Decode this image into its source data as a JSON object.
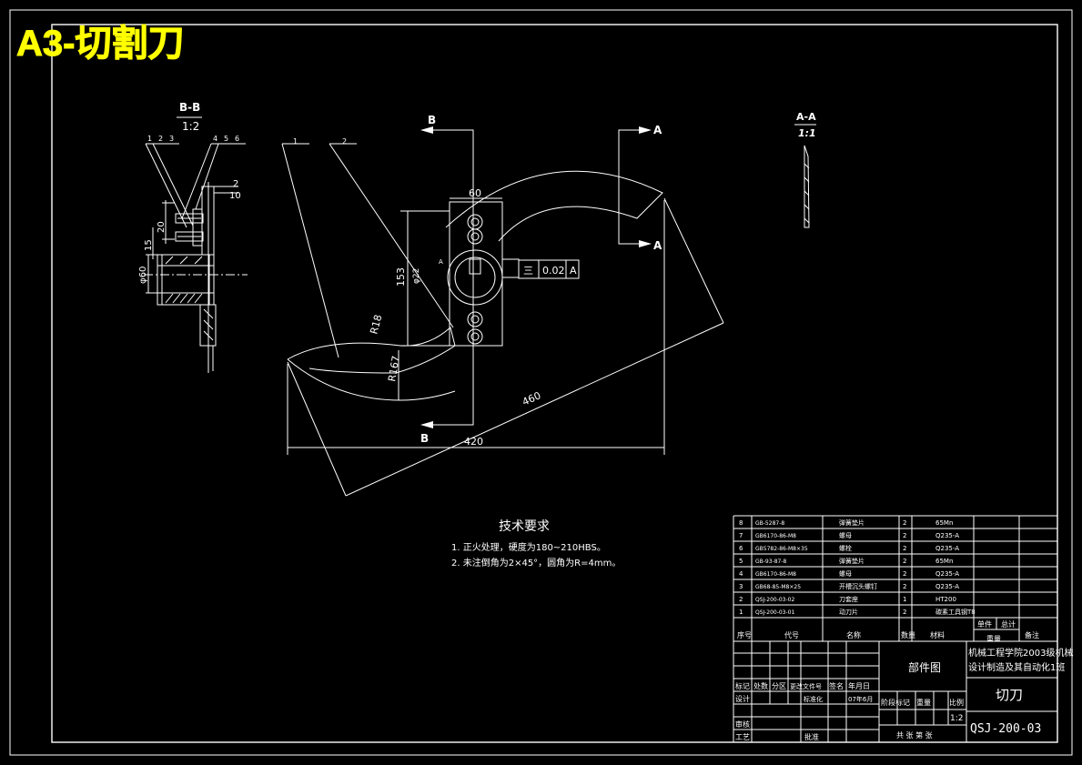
{
  "title": "A3-切割刀",
  "colors": {
    "background": "#000000",
    "line": "#ffffff",
    "title": "#ffff00"
  },
  "views": {
    "section_bb": {
      "label": "B-B",
      "scale": "1:2"
    },
    "section_aa": {
      "label": "A-A",
      "scale": "1:1"
    },
    "cut_markers": {
      "b": "B",
      "a": "A"
    }
  },
  "callouts": {
    "a1": "1",
    "a2": "2",
    "l1": "1",
    "l2": "2",
    "l3": "3",
    "r1": "4",
    "r2": "5",
    "r3": "6"
  },
  "dimensions": {
    "d60_top": "60",
    "d153": "153",
    "d60_sec": "60",
    "d20": "20",
    "d15": "15",
    "d2": "2",
    "d10": "10",
    "dphi": "φ60",
    "dtol": "φ22",
    "r18": "R18",
    "r167": "R167",
    "d460": "460",
    "d420": "420"
  },
  "gdt": {
    "symbol": "三",
    "tolerance": "0.02",
    "datum": "A"
  },
  "datum_small": "A",
  "tech_requirements": {
    "heading": "技术要求",
    "items": [
      "1. 正火处理，硬度为180~210HBS。",
      "2. 未注倒角为2×45°，圆角为R=4mm。"
    ]
  },
  "bom": {
    "rows": [
      {
        "no": "8",
        "code": "GB-5287-8",
        "name": "弹簧垫片",
        "qty": "2",
        "material": "65Mn"
      },
      {
        "no": "7",
        "code": "GB6170-86-M8",
        "name": "螺母",
        "qty": "2",
        "material": "Q235-A"
      },
      {
        "no": "6",
        "code": "GB5782-86-M8×35",
        "name": "螺栓",
        "qty": "2",
        "material": "Q235-A"
      },
      {
        "no": "5",
        "code": "GB-93-87-8",
        "name": "弹簧垫片",
        "qty": "2",
        "material": "65Mn"
      },
      {
        "no": "4",
        "code": "GB6170-86-M8",
        "name": "螺母",
        "qty": "2",
        "material": "Q235-A"
      },
      {
        "no": "3",
        "code": "GB68-85-M8×25",
        "name": "开槽沉头螺钉",
        "qty": "2",
        "material": "Q235-A"
      },
      {
        "no": "2",
        "code": "QSJ-200-03-02",
        "name": "刀套座",
        "qty": "1",
        "material": "HT200"
      },
      {
        "no": "1",
        "code": "QSJ-200-03-01",
        "name": "动刀片",
        "qty": "2",
        "material": "碳素工具钢T8"
      }
    ],
    "header": {
      "no": "序号",
      "code": "代号",
      "name": "名称",
      "qty": "数量",
      "material": "材料",
      "single": "单件",
      "total": "总计",
      "weight": "重量",
      "remark": "备注"
    }
  },
  "title_block": {
    "drawing_type": "部件图",
    "school": "机械工程学院2003级机械",
    "class": "设计制造及其自动化1班",
    "part_name": "切刀",
    "drawing_no": "QSJ-200-03",
    "scale": "1:2",
    "date": "07年6月",
    "standardization": "标准化",
    "labels": {
      "mark": "标记",
      "count": "处数",
      "zone": "分区",
      "doc": "更改文件号",
      "sign": "签名",
      "ymd": "年月日",
      "design": "设计",
      "review": "审核",
      "process": "工艺",
      "approve": "批准",
      "stage": "阶段标记",
      "weight": "重量",
      "scale_lbl": "比例",
      "sheets": "共 张 第 张"
    }
  }
}
